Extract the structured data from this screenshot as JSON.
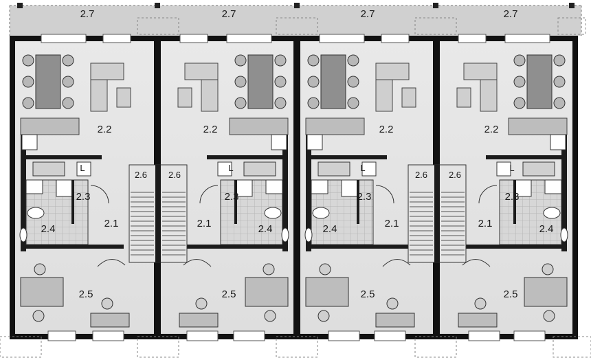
{
  "plan": {
    "terrace_labels": [
      "2.7",
      "2.7",
      "2.7",
      "2.7"
    ],
    "units": [
      {
        "living": "2.2",
        "stair_a": "2.6",
        "stair_b": "2.6",
        "hall": "2.1",
        "wc": "2.3",
        "bath": "2.4",
        "bedroom": "2.5",
        "laundry": "L"
      },
      {
        "living": "2.2",
        "hall": "2.1",
        "wc": "2.3",
        "bath": "2.4",
        "bedroom": "2.5",
        "laundry": "L"
      },
      {
        "living": "2.2",
        "stair_a": "2.6",
        "stair_b": "2.6",
        "hall": "2.1",
        "wc": "2.3",
        "bath": "2.4",
        "bedroom": "2.5",
        "laundry": "L"
      },
      {
        "living": "2.2",
        "hall": "2.1",
        "wc": "2.3",
        "bath": "2.4",
        "bedroom": "2.5",
        "laundry": "L"
      }
    ]
  }
}
